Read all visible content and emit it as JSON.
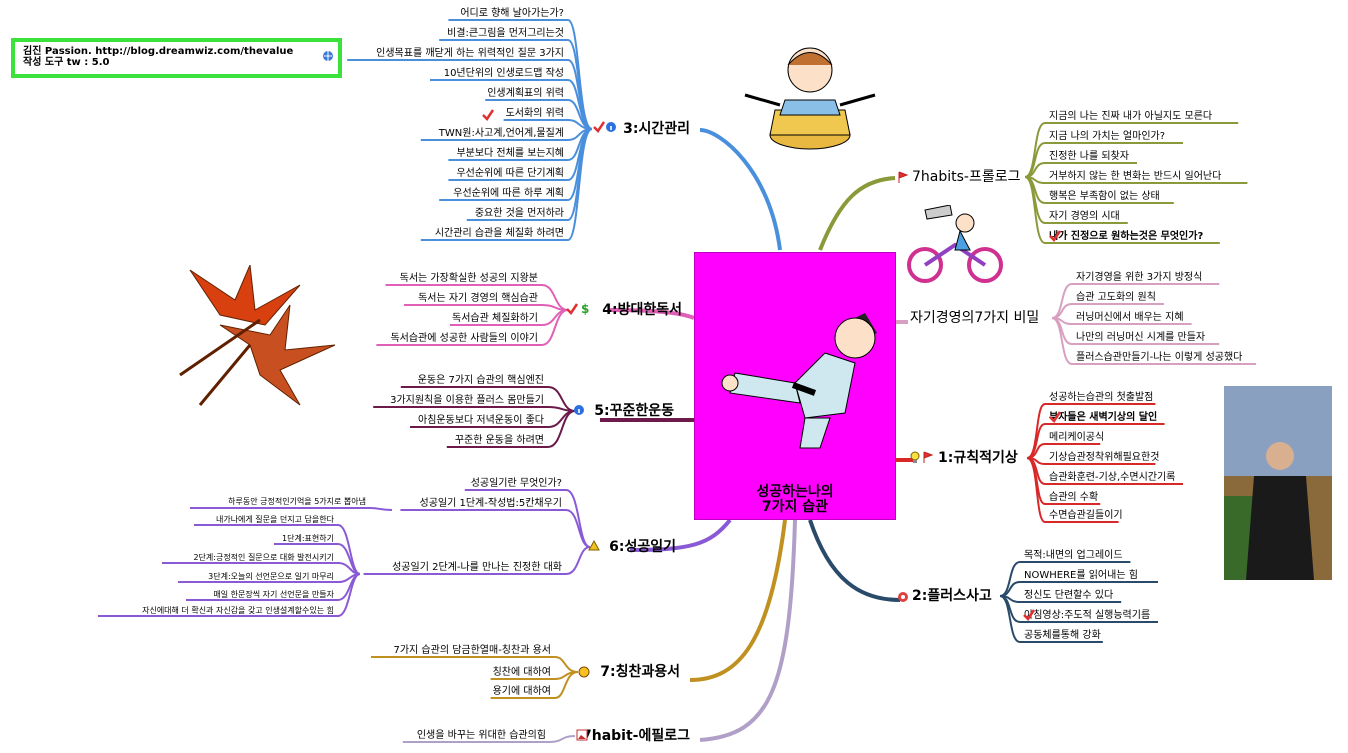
{
  "note": {
    "line1": "김진 Passion.  http://blog.dreamwiz.com/thevalue",
    "line2": "작성 도구 tw : 5.0"
  },
  "center": {
    "title": "성공하는나의\n7가지 습관"
  },
  "branches": [
    {
      "id": "b3",
      "label": "3:시간관리",
      "color": "#4a8fdc",
      "children": [
        "어디로 향해 날아가는가?",
        "비결:큰그림을 먼저그리는것",
        "인생목표를 깨닫게 하는 위력적인 질문 3가지",
        "10년단위의 인생로드맵 작성",
        "인생계획표의 위력",
        "도서화의 위력",
        "TWN원:사고계,언어계,물질계",
        "부분보다 전체를 보는지혜",
        "우선순위에 따른 단기계획",
        "우선순위에 따른 하루 계획",
        "중요한 것을 먼저하라",
        "시간관리 습관을 체질화 하려면"
      ]
    },
    {
      "id": "b4",
      "label": "4:방대한독서",
      "color": "#e060b8",
      "children": [
        "독서는 가장확실한 성공의 지왕분",
        "독서는 자기 경영의 핵심습관",
        "독서습관 체질화하기",
        "독서습관에 성공한 사람들의 이야기"
      ]
    },
    {
      "id": "b5",
      "label": "5:꾸준한운동",
      "color": "#6b1a4a",
      "children": [
        "운동은 7가지 습관의 핵심엔진",
        "3가지원칙을 이용한 플러스 몸만들기",
        "아침운동보다 저녁운동이 좋다",
        "꾸준한 운동을 하려면"
      ]
    },
    {
      "id": "b6",
      "label": "6:성공일기",
      "color": "#8a5ad6",
      "children": [
        "성공일기란 무엇인가?",
        "성공일기 1단계-작성법:5칸채우기",
        "성공일기 2단계-나를 만나는 진정한 대화"
      ],
      "sub1": [
        "하루동안 긍정적인기억을 5가지로 뽑아냄"
      ],
      "sub2": [
        "내가나에게 질문을 던지고 답을한다",
        "1단계:표현하기",
        "2단계:긍정적인 질문으로 대화 발전시키기",
        "3단계:오늘의 선언문으로 일기 마무리",
        "매일 한문장씩 자기 선언문을 만들자",
        "자신에대해 더 확신과 자신감을 갖고 인생설계할수있는 힘"
      ]
    },
    {
      "id": "b7",
      "label": "7:칭찬과용서",
      "color": "#c09020",
      "children": [
        "7가지 습관의 담금한열매-칭찬과 용서",
        "칭찬에 대하여",
        "용기에 대하여"
      ]
    },
    {
      "id": "be",
      "label": "7habit-에필로그",
      "color": "#b0a0c8",
      "children": [
        "인생을 바꾸는 위대한 습관의힘"
      ]
    },
    {
      "id": "bp",
      "label": "7habits-프롤로그",
      "color": "#8a9a3a",
      "children": [
        "지금의 나는 진짜 내가 아닐지도 모른다",
        "지금 나의 가치는 얼마인가?",
        "진정한 나를 되찾자",
        "거부하지 않는 한 변화는 반드시 일어난다",
        "행복은 부족함이 없는 상태",
        "자기 경영의 시대",
        "내가 진정으로 원하는것은 무엇인가?"
      ]
    },
    {
      "id": "bs",
      "label": "자기경영의7가지 비밀",
      "color": "#d8a0c0",
      "children": [
        "자기경영을 위한 3가지 방정식",
        "습관 고도화의 원칙",
        "러닝머신에서 배우는 지혜",
        "나만의 러닝머신 시계를 만들자",
        "플러스습관만들기-나는 이렇게 성공했다"
      ]
    },
    {
      "id": "b1",
      "label": "1:규칙적기상",
      "color": "#d82828",
      "children": [
        "성공하는습관의 첫출발점",
        "부자들은 새벽기상의 달인",
        "메리케이공식",
        "기상습관정착위해필요한것",
        "습관화훈련-기상,수면시간기록",
        "습관의 수확",
        "수면습관길들이기"
      ]
    },
    {
      "id": "b2",
      "label": "2:플러스사고",
      "color": "#2a4a6a",
      "children": [
        "목적:내면의 업그레이드",
        "NOWHERE를 읽어내는 힘",
        "정신도 단련할수 있다",
        "아침영상:주도적 실행능력기름",
        "공동체를통해 강화"
      ]
    }
  ],
  "icons": {
    "check": "check-icon",
    "info": "info-icon",
    "dollar": "dollar-icon",
    "warning": "warning-icon",
    "flag": "flag-icon",
    "bulb": "bulb-icon",
    "smile": "smile-icon",
    "target": "target-icon",
    "image": "image-icon",
    "ie": "globe-icon"
  }
}
